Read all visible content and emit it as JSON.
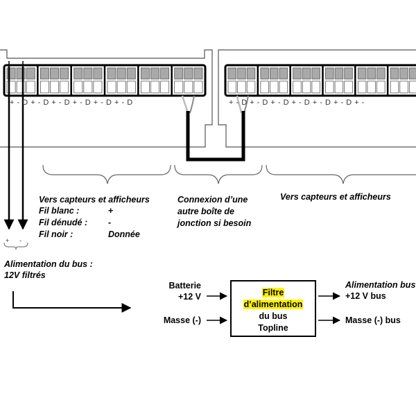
{
  "connector_left": {
    "pin_labels": "+ - D + - D + - D + - D + - D + - D"
  },
  "connector_right": {
    "pin_labels": "+ - D + - D + - D + - D + - D + - D + -"
  },
  "bus_tap": {
    "plus": "+",
    "minus": "-"
  },
  "left_note": {
    "title": "Vers capteurs et afficheurs",
    "rows": [
      {
        "label": "Fil blanc :",
        "value": "+"
      },
      {
        "label": "Fil dénudé :",
        "value": "-"
      },
      {
        "label": "Fil noir :",
        "value": "Donnée"
      }
    ]
  },
  "middle_note": {
    "lines": [
      "Connexion d’une",
      "autre boîte de",
      "jonction si besoin"
    ]
  },
  "right_note": {
    "title": "Vers capteurs et afficheurs"
  },
  "bus_supply": {
    "lines": [
      "Alimentation du bus :",
      "12V filtrés"
    ]
  },
  "filter_box": {
    "title_lines": [
      "Filtre",
      "d’alimentation"
    ],
    "sub_lines": [
      "du bus",
      "Topline"
    ],
    "highlight_color": "#fff200"
  },
  "inputs": {
    "battery": [
      "Batterie",
      "+12 V"
    ],
    "ground": "Masse (-)"
  },
  "outputs": {
    "supply": [
      "Alimentation bus",
      "+12 V bus"
    ],
    "ground": "Masse (-) bus"
  }
}
